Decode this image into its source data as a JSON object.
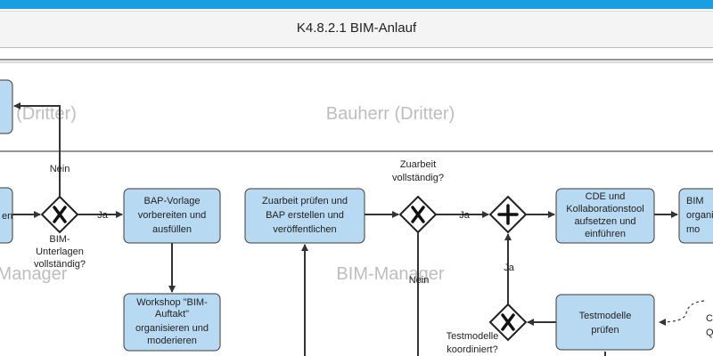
{
  "title": "K4.8.2.1 BIM-Anlauf",
  "lanes": {
    "bauherr": "Bauherr (Dritter)",
    "bauherr_left": "(Dritter)",
    "bim_manager": "BIM-Manager",
    "bim_manager_left": "Manager"
  },
  "tasks": {
    "bap_vorlage": [
      "BAP-Vorlage",
      "vorbereiten und",
      "ausfüllen"
    ],
    "zuarbeit_pruefen": [
      "Zuarbeit prüfen und",
      "BAP erstellen und",
      "veröffentlichen"
    ],
    "cde": [
      "CDE und",
      "Kollaborationstool",
      "aufsetzen und",
      "einführen"
    ],
    "workshop": [
      "Workshop \"BIM-",
      "Auftakt\"",
      "organisieren und",
      "moderieren"
    ],
    "testmodelle_pruefen": [
      "Testmodelle",
      "prüfen"
    ],
    "left_partial": "en",
    "right_partial": [
      "BIM",
      "organi",
      "mo"
    ]
  },
  "gateways": {
    "unterlagen": [
      "BIM-",
      "Unterlagen",
      "vollständig?"
    ],
    "zuarbeit": [
      "Zuarbeit",
      "vollständig?"
    ],
    "testmodelle": [
      "Testmodelle",
      "koordiniert?"
    ]
  },
  "flow_labels": {
    "nein_top": "Nein",
    "ja_1": "Ja",
    "ja_2": "Ja",
    "ja_3": "Ja",
    "nein_bottom": "Nein"
  },
  "partial_right_text": [
    "C",
    "Q"
  ],
  "colors": {
    "task_fill": "#b8d9f2",
    "task_stroke": "#3b3b3b",
    "lane_label": "#bdbdbd",
    "title_bar": "#1a9ee3"
  }
}
